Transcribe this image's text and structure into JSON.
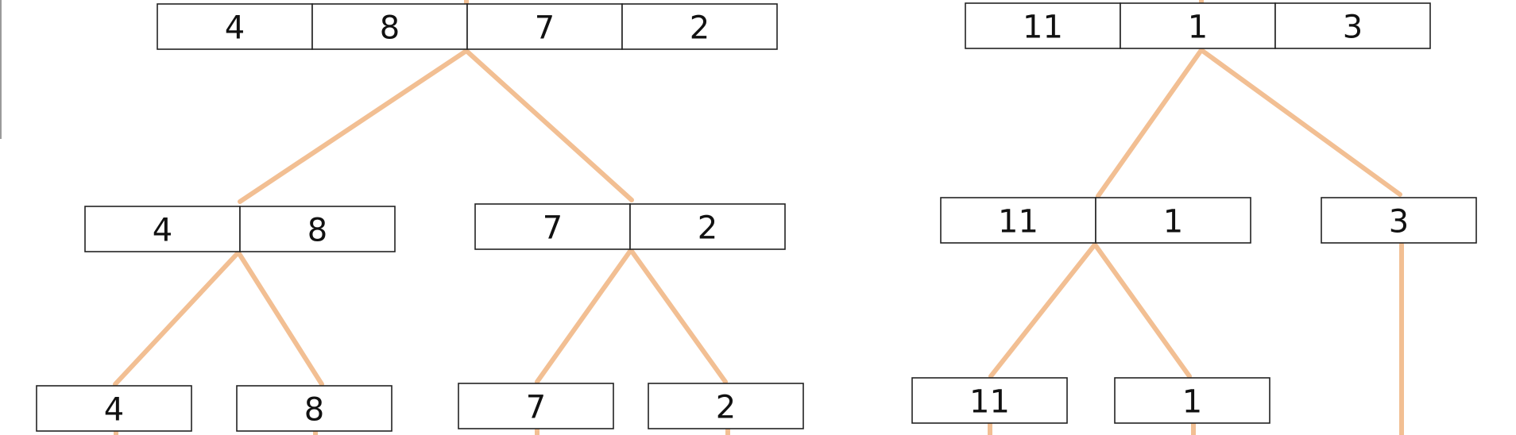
{
  "edge_color": "#f2bf93",
  "arrays": [
    {
      "id": "left-root",
      "values": [
        "4",
        "8",
        "7",
        "2"
      ]
    },
    {
      "id": "left-l",
      "values": [
        "4",
        "8"
      ]
    },
    {
      "id": "left-r",
      "values": [
        "7",
        "2"
      ]
    },
    {
      "id": "left-ll",
      "values": [
        "4"
      ]
    },
    {
      "id": "left-lr",
      "values": [
        "8"
      ]
    },
    {
      "id": "left-rl",
      "values": [
        "7"
      ]
    },
    {
      "id": "left-rr",
      "values": [
        "2"
      ]
    },
    {
      "id": "right-root",
      "values": [
        "11",
        "1",
        "3"
      ]
    },
    {
      "id": "right-l",
      "values": [
        "11",
        "1"
      ]
    },
    {
      "id": "right-r",
      "values": [
        "3"
      ]
    },
    {
      "id": "right-ll",
      "values": [
        "11"
      ]
    },
    {
      "id": "right-lr",
      "values": [
        "1"
      ]
    }
  ]
}
